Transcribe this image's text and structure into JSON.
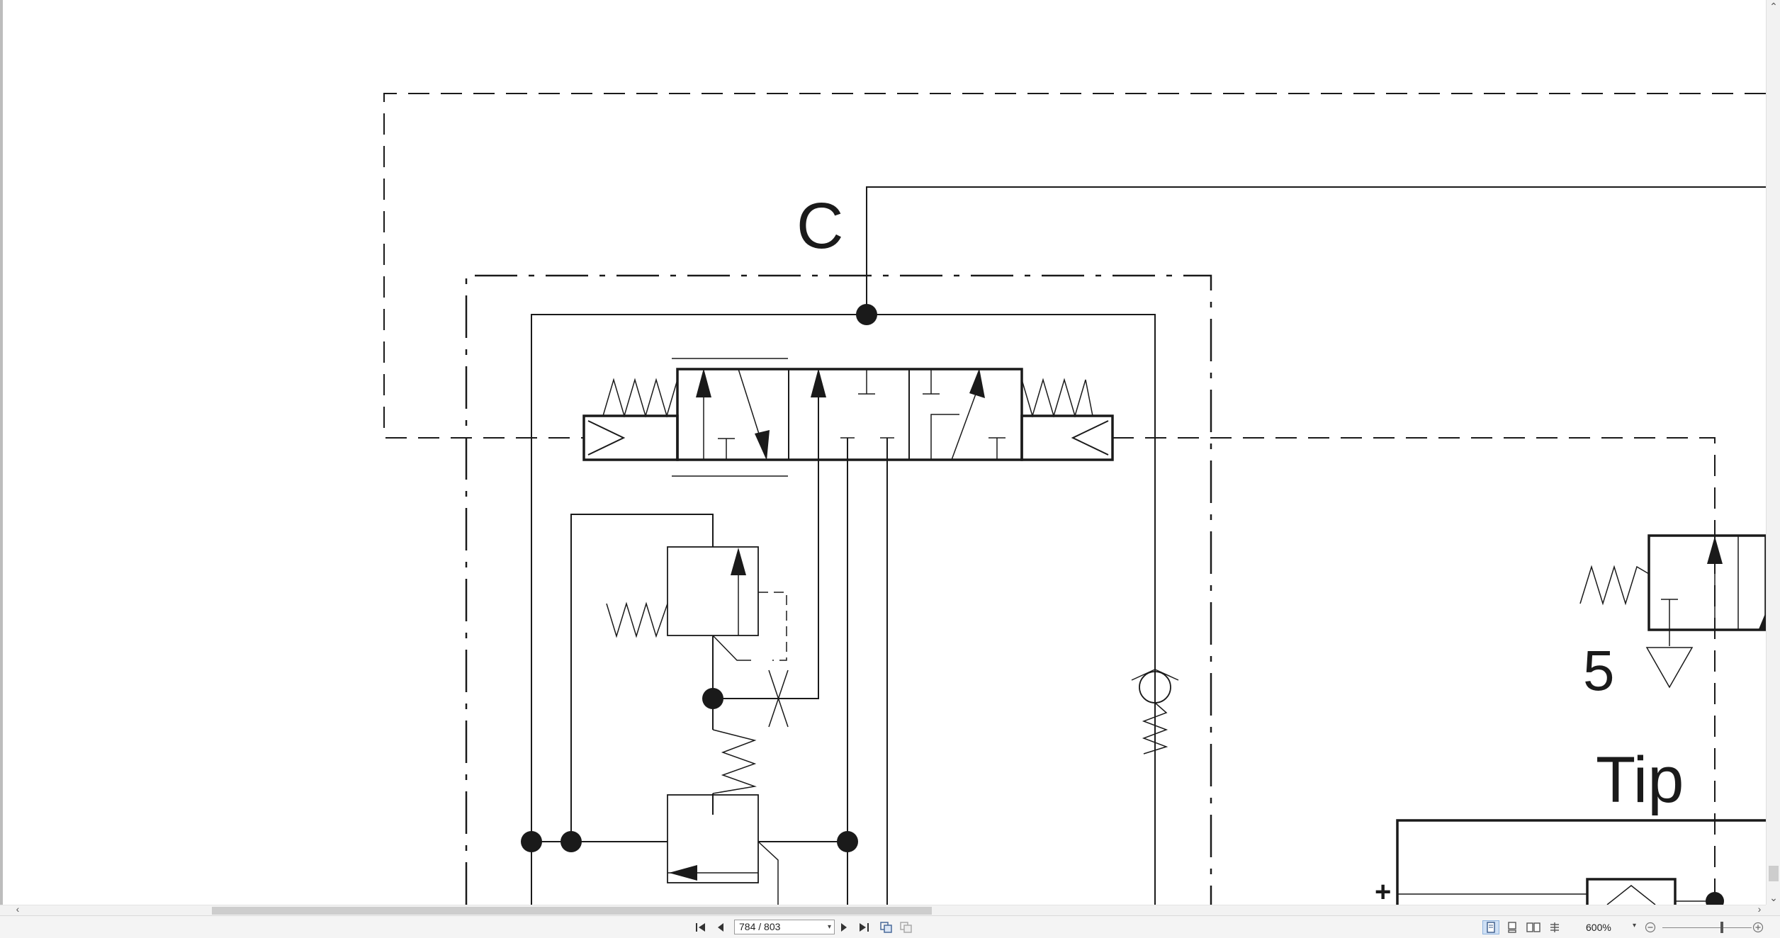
{
  "viewer": {
    "page_indicator": "784 / 803",
    "zoom_level": "600%",
    "icons": {
      "first_page": "first-page-icon",
      "prev_page": "prev-page-icon",
      "next_page": "next-page-icon",
      "last_page": "last-page-icon",
      "zoom_out": "zoom-out-icon",
      "zoom_in": "zoom-in-icon"
    },
    "colors": {
      "statusbar": "#f4f4f4",
      "scrollbar_thumb": "#cdcdcd",
      "active_view": "#cfe0f5"
    }
  },
  "drawing": {
    "labels": {
      "c": "C",
      "five": "5",
      "tip": "Tip",
      "plus": "+"
    },
    "line_color": "#1a1a1a"
  }
}
